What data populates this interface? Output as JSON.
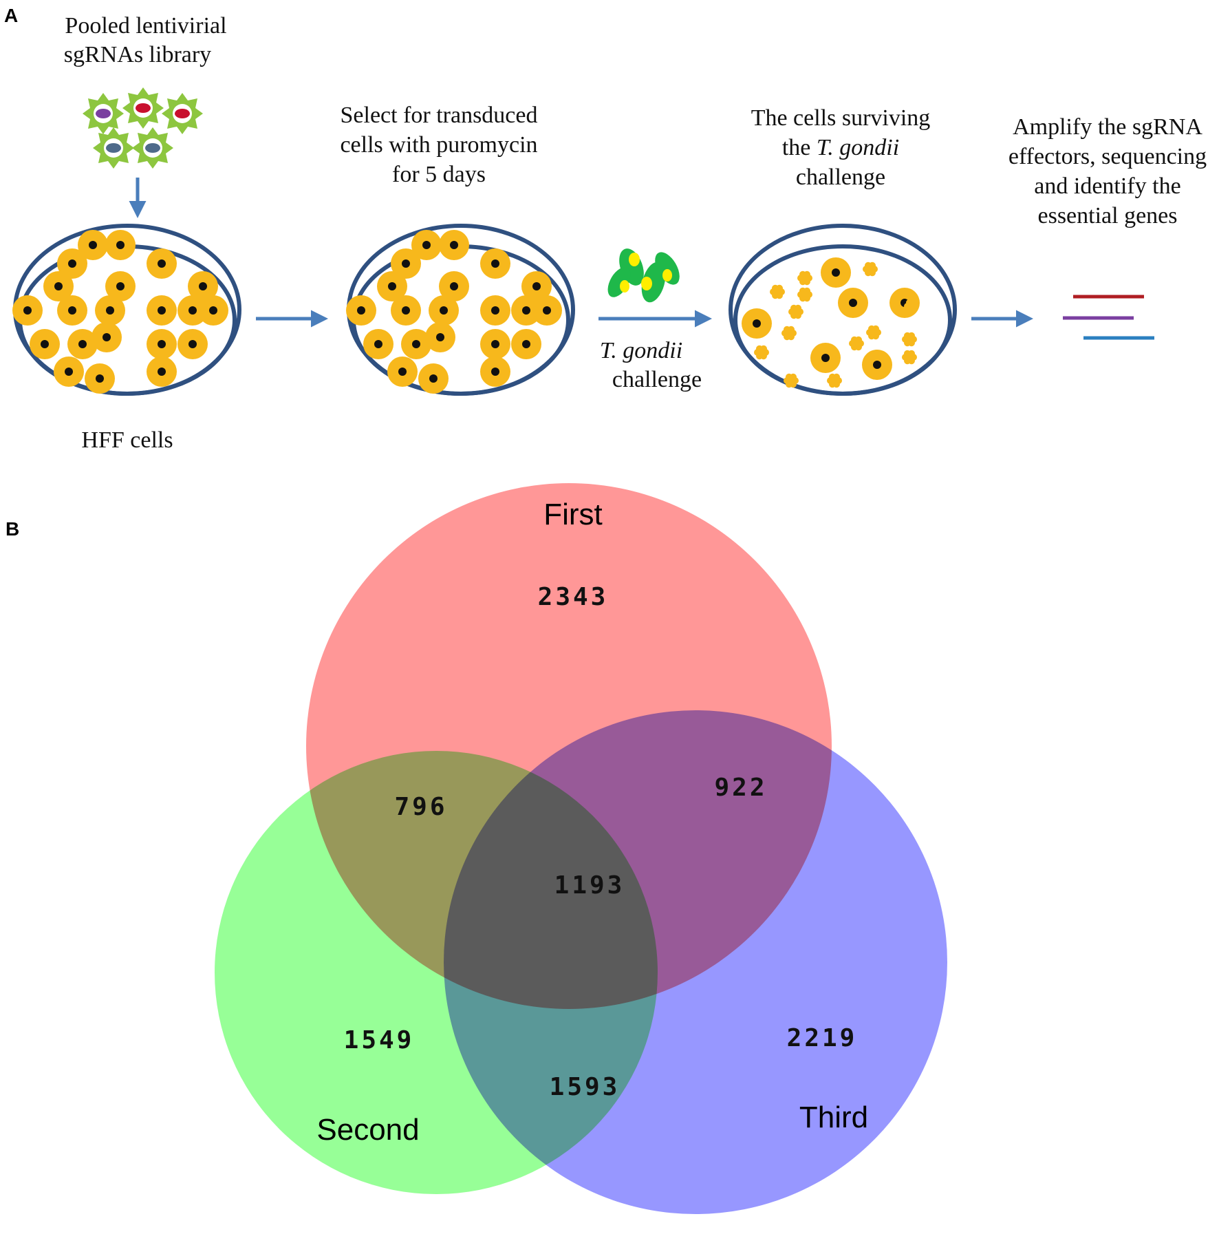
{
  "panel_a": {
    "letter": "A",
    "library_label": [
      "Pooled lentivirial",
      "sgRNAs library"
    ],
    "hff_label": "HFF cells",
    "select_label": [
      "Select for transduced",
      "cells with puromycin",
      "for 5 days"
    ],
    "challenge_label": [
      "T. gondii",
      "challenge"
    ],
    "surviving_label_1": "The cells surviving",
    "surviving_label_2a": "the ",
    "surviving_label_2b": "T. gondii",
    "surviving_label_3": "challenge",
    "amplify_label": [
      "Amplify the sgRNA",
      "effectors, sequencing",
      "and identify the",
      "essential genes"
    ],
    "colors": {
      "arrow": "#4a7ebb",
      "dish": "#2f5080",
      "cell": "#f7b81c",
      "nucleus": "#111111",
      "virus": "#8dc63f",
      "parasite": "#1fb84a",
      "line_red": "#b01e23",
      "line_purple": "#7a3fa0",
      "line_blue": "#2b7fc0"
    }
  },
  "panel_b": {
    "letter": "B",
    "sets": [
      {
        "name": "First",
        "color": "#ff8080"
      },
      {
        "name": "Second",
        "color": "#80ff80"
      },
      {
        "name": "Third",
        "color": "#8080ff"
      }
    ],
    "counts": {
      "first_only": "2343",
      "second_only": "1549",
      "third_only": "2219",
      "first_second": "796",
      "first_third": "922",
      "second_third": "1593",
      "all_three": "1193"
    }
  }
}
